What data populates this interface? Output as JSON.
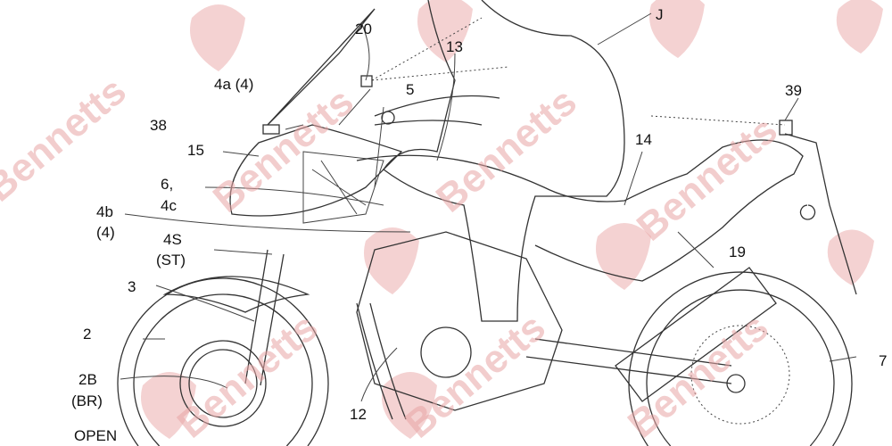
{
  "watermark": {
    "text": "Bennetts",
    "color": "#e9a6a6"
  },
  "labels": {
    "l20": "20",
    "l13": "13",
    "lJ": "J",
    "l5": "5",
    "l4a": "4a (4)",
    "l39": "39",
    "l38": "38",
    "l15": "15",
    "l14": "14",
    "l6": "6,",
    "l4c": "4c",
    "l4b": "4b",
    "l4b2": "(4)",
    "l4S": "4S",
    "l4S2": "(ST)",
    "l19": "19",
    "l3": "3",
    "l2": "2",
    "l7": "7",
    "l2B": "2B",
    "l2B2": "(BR)",
    "l12": "12",
    "lOpen": "OPEN"
  }
}
